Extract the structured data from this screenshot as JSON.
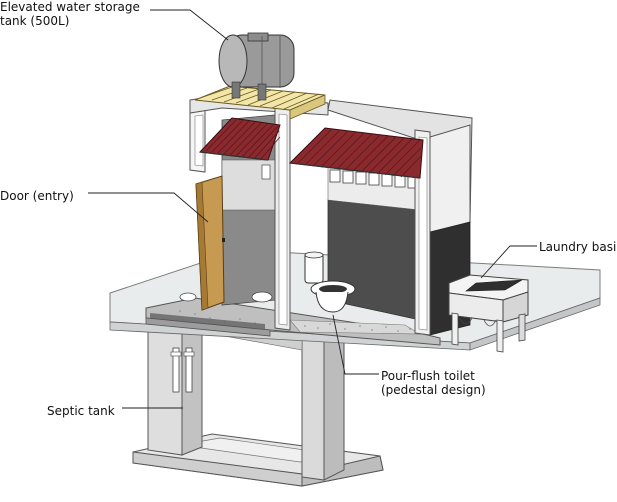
{
  "labels": {
    "tank_line1": "Elevated water storage",
    "tank_line2": "tank (500L)",
    "door": "Door (entry)",
    "laundry": "Laundry basin",
    "toilet_line1": "Pour-flush toilet",
    "toilet_line2": "(pedestal design)",
    "septic": "Septic tank"
  },
  "colors": {
    "roof": "#8b2a2e",
    "door": "#c79a52",
    "wood_beams": "#f2e6a9",
    "concrete": "#d9d9d9",
    "dark_wall": "#4a4a4a",
    "glass": "#e6e9ea"
  }
}
